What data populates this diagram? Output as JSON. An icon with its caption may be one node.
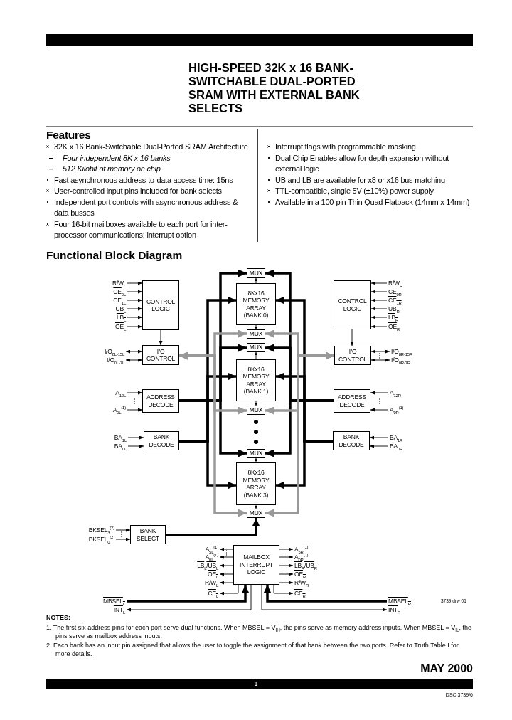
{
  "diagram": {
    "title": "HIGH-SPEED 32K x 16 BANK-SWITCHABLE DUAL-PORTED SRAM WITH EXTERNAL BANK SELECTS",
    "nodes": [
      {
        "text": [
          "CONTROL LOGIC"
        ]
      },
      {
        "text": [
          "I/O CONTROL"
        ]
      },
      {
        "text": [
          "ADDRESS DECODE"
        ]
      },
      {
        "text": [
          "BANK DECODE"
        ]
      },
      {
        "text": [
          "CONTROL LOGIC"
        ]
      },
      {
        "text": [
          "I/O CONTROL"
        ]
      },
      {
        "text": [
          "ADDRESS DECODE"
        ]
      },
      {
        "text": [
          "BANK DECODE"
        ]
      },
      {
        "text": [
          "MUX"
        ]
      },
      {
        "text": [
          "8Kx16 MEMORY ARRAY (BANK 0)"
        ]
      },
      {
        "text": [
          "MUX"
        ]
      },
      {
        "text": [
          "MUX"
        ]
      },
      {
        "text": [
          "8Kx16 MEMORY ARRAY (BANK 1)"
        ]
      },
      {
        "text": [
          "MUX"
        ]
      },
      {
        "text": [
          "MUX"
        ]
      },
      {
        "text": [
          "8Kx16 MEMORY ARRAY (BANK 3)"
        ]
      },
      {
        "text": [
          "MUX"
        ]
      },
      {
        "text": [
          "BANK SELECT"
        ]
      },
      {
        "text": [
          "MAILBOX INTERRUPT LOGIC"
        ]
      },
      {
        "text": [
          "R/W$_{L}$"
        ]
      },
      {
        "text": [
          "CE$_{0L}$"
        ]
      },
      {
        "text": [
          "CE$_{1L}$"
        ]
      },
      {
        "text": [
          "UB$_{L}$"
        ]
      },
      {
        "text": [
          "LB$_{L}$"
        ]
      },
      {
        "text": [
          "OE$_{L}$"
        ]
      },
      {
        "text": [
          "I/O$_{8L-15L}$"
        ]
      },
      {
        "text": [
          "I/O$_{0L-7L}$"
        ]
      },
      {
        "text": [
          "A$_{12L}$"
        ]
      },
      {
        "text": [
          "A$_{0L}$$^{(1)}$"
        ]
      },
      {
        "text": [
          "BA$_{1L}$"
        ]
      },
      {
        "text": [
          "BA$_{0L}$"
        ]
      },
      {
        "text": [
          "R/W$_{R}$"
        ]
      },
      {
        "text": [
          "CE$_{0R}$"
        ]
      },
      {
        "text": [
          "CE$_{1R}$"
        ]
      },
      {
        "text": [
          "UB$_{R}$"
        ]
      },
      {
        "text": [
          "LB$_{R}$"
        ]
      },
      {
        "text": [
          "OE$_{R}$"
        ]
      },
      {
        "text": [
          "I/O$_{8R-15R}$"
        ]
      },
      {
        "text": [
          "I/O$_{0R-7R}$"
        ]
      },
      {
        "text": [
          "A$_{12R}$"
        ]
      },
      {
        "text": [
          "A$_{0R}$$^{(1)}$"
        ]
      },
      {
        "text": [
          "BA$_{1R}$"
        ]
      },
      {
        "text": [
          "BA$_{0R}$"
        ]
      },
      {
        "text": [
          "BKSEL$_{3}$$^{(2)}$"
        ]
      },
      {
        "text": [
          "BKSEL$_{0}$$^{(2)}$"
        ]
      },
      {
        "text": [
          "A$_{5L}$$^{(1)}$"
        ]
      },
      {
        "text": [
          "A$_{0L}$$^{(1)}$"
        ]
      },
      {
        "text": [
          "LB$_{L}$/UB$_{L}$"
        ]
      },
      {
        "text": [
          "OE$_{L}$"
        ]
      },
      {
        "text": [
          "R/W$_{L}$"
        ]
      },
      {
        "text": [
          "CE$_{L}$"
        ]
      },
      {
        "text": [
          "A$_{5R}$$^{(1)}$"
        ]
      },
      {
        "text": [
          "A$_{0R}$$^{(1)}$"
        ]
      },
      {
        "text": [
          "LB$_{R}$/UB$_{R}$"
        ]
      },
      {
        "text": [
          "OE$_{R}$"
        ]
      },
      {
        "text": [
          "R/W$_{R}$"
        ]
      },
      {
        "text": [
          "CE$_{R}$"
        ]
      },
      {
        "text": [
          "MBSEL$_{L}$"
        ]
      },
      {
        "text": [
          "INT$_{L}$"
        ]
      },
      {
        "text": [
          "MBSEL$_{R}$"
        ]
      },
      {
        "text": [
          "INT$_{R}$"
        ]
      }
    ],
    "edges": [
      {
        "from": 19,
        "to": 0,
        "arrow": "to"
      },
      {
        "from": 20,
        "to": 0,
        "arrow": "to"
      },
      {
        "from": 21,
        "to": 0,
        "arrow": "to"
      },
      {
        "from": 22,
        "to": 0,
        "arrow": "to"
      },
      {
        "from": 23,
        "to": 0,
        "arrow": "to"
      },
      {
        "from": 24,
        "to": 0,
        "arrow": "to"
      },
      {
        "from": 0,
        "to": 1,
        "arrow": "to"
      },
      {
        "from": 25,
        "to": 1,
        "arrow": "both"
      },
      {
        "from": 26,
        "to": 1,
        "arrow": "both"
      },
      {
        "from": 27,
        "to": 2,
        "arrow": "to"
      },
      {
        "from": 28,
        "to": 2,
        "arrow": "to"
      },
      {
        "from": 29,
        "to": 3,
        "arrow": "to"
      },
      {
        "from": 30,
        "to": 3,
        "arrow": "to"
      },
      {
        "from": 31,
        "to": 4,
        "arrow": "to"
      },
      {
        "from": 32,
        "to": 4,
        "arrow": "to"
      },
      {
        "from": 33,
        "to": 4,
        "arrow": "to"
      },
      {
        "from": 34,
        "to": 4,
        "arrow": "to"
      },
      {
        "from": 35,
        "to": 4,
        "arrow": "to"
      },
      {
        "from": 36,
        "to": 4,
        "arrow": "to"
      },
      {
        "from": 4,
        "to": 5,
        "arrow": "to"
      },
      {
        "from": 37,
        "to": 5,
        "arrow": "both"
      },
      {
        "from": 38,
        "to": 5,
        "arrow": "both"
      },
      {
        "from": 39,
        "to": 6,
        "arrow": "to"
      },
      {
        "from": 40,
        "to": 6,
        "arrow": "to"
      },
      {
        "from": 41,
        "to": 7,
        "arrow": "to"
      },
      {
        "from": 42,
        "to": 7,
        "arrow": "to"
      },
      {
        "from": 43,
        "to": 17,
        "arrow": "to"
      },
      {
        "from": 44,
        "to": 17,
        "arrow": "to"
      },
      {
        "from": 18,
        "to": 45,
        "arrow": "to"
      },
      {
        "from": 18,
        "to": 46,
        "arrow": "to"
      },
      {
        "from": 18,
        "to": 47,
        "arrow": "to"
      },
      {
        "from": 18,
        "to": 48,
        "arrow": "to"
      },
      {
        "from": 18,
        "to": 49,
        "arrow": "to"
      },
      {
        "from": 18,
        "to": 50,
        "arrow": "to"
      },
      {
        "from": 18,
        "to": 51,
        "arrow": "to"
      },
      {
        "from": 18,
        "to": 52,
        "arrow": "to"
      },
      {
        "from": 18,
        "to": 53,
        "arrow": "to"
      },
      {
        "from": 18,
        "to": 54,
        "arrow": "to"
      },
      {
        "from": 18,
        "to": 55,
        "arrow": "to"
      },
      {
        "from": 18,
        "to": 56,
        "arrow": "to"
      },
      {
        "from": 57,
        "to": 18,
        "arrow": "to",
        "style": "thick"
      },
      {
        "from": 18,
        "to": 58,
        "arrow": "to"
      },
      {
        "from": 59,
        "to": 18,
        "arrow": "to",
        "style": "thick"
      },
      {
        "from": 18,
        "to": 60,
        "arrow": "to"
      },
      {
        "from": 17,
        "to": 16,
        "arrow": "to",
        "style": "thick"
      },
      {
        "from": 2,
        "to": 8,
        "arrow": "to",
        "style": "thick"
      },
      {
        "from": 2,
        "to": 11,
        "arrow": "to",
        "style": "thick"
      },
      {
        "from": 2,
        "to": 14,
        "arrow": "to",
        "style": "thick"
      },
      {
        "from": 3,
        "to": 9,
        "arrow": "to",
        "style": "thick"
      },
      {
        "from": 3,
        "to": 12,
        "arrow": "to",
        "style": "thick"
      },
      {
        "from": 3,
        "to": 15,
        "arrow": "to",
        "style": "thick"
      },
      {
        "from": 1,
        "to": 10,
        "arrow": "both",
        "style": "thick",
        "color": "#999999"
      },
      {
        "from": 1,
        "to": 13,
        "arrow": "both",
        "style": "thick",
        "color": "#999999"
      },
      {
        "from": 1,
        "to": 16,
        "arrow": "both",
        "style": "thick",
        "color": "#999999"
      },
      {
        "from": 6,
        "to": 8,
        "arrow": "to",
        "style": "thick"
      },
      {
        "from": 6,
        "to": 11,
        "arrow": "to",
        "style": "thick"
      },
      {
        "from": 6,
        "to": 14,
        "arrow": "to",
        "style": "thick"
      },
      {
        "from": 7,
        "to": 9,
        "arrow": "to",
        "style": "thick"
      },
      {
        "from": 7,
        "to": 12,
        "arrow": "to",
        "style": "thick"
      },
      {
        "from": 7,
        "to": 15,
        "arrow": "to",
        "style": "thick"
      },
      {
        "from": 5,
        "to": 10,
        "arrow": "both",
        "style": "thick",
        "color": "#999999"
      },
      {
        "from": 5,
        "to": 13,
        "arrow": "both",
        "style": "thick",
        "color": "#999999"
      },
      {
        "from": 5,
        "to": 16,
        "arrow": "both",
        "style": "thick",
        "color": "#999999"
      },
      {
        "from": 9,
        "to": 8,
        "arrow": "to"
      },
      {
        "from": 9,
        "to": 10,
        "arrow": "to"
      },
      {
        "from": 12,
        "to": 11,
        "arrow": "to"
      },
      {
        "from": 12,
        "to": 13,
        "arrow": "to"
      },
      {
        "from": 15,
        "to": 14,
        "arrow": "to"
      },
      {
        "from": 15,
        "to": 16,
        "arrow": "to"
      }
    ],
    "labels": [
      "Features",
      "32K x 16 Bank-Switchable Dual-Ported SRAM Architecture",
      "Four independent 8K x 16 banks",
      "512 Kilobit of memory on chip",
      "Fast asynchronous address-to-data access time: 15ns",
      "User-controlled input pins included for bank selects",
      "Independent port controls with asynchronous address & data busses",
      "Four 16-bit mailboxes available to each port for inter-processor communications; interrupt option",
      "Interrupt flags with programmable masking",
      "Dual Chip Enables allow for depth expansion without external logic",
      "UB and LB are available for x8 or x16 bus matching",
      "TTL-compatible, single 5V (±10%) power supply",
      "Available in a 100-pin Thin Quad Flatpack (14mm x 14mm)",
      "Functional Block Diagram",
      "3739 drw 01",
      "NOTES:",
      "1. The first six address pins for each port serve dual functions. When MBSEL = V$_{IH}$, the pins serve as memory address inputs. When MBSEL = V$_{IL}$, the pins serve as mailbox address inputs.",
      "2. Each bank has an input pin assigned that allows the user to toggle the assignment of that bank between the two ports. Refer to Truth Table I for more details.",
      "MAY 2000",
      "1",
      "DSC 3739/6"
    ]
  }
}
